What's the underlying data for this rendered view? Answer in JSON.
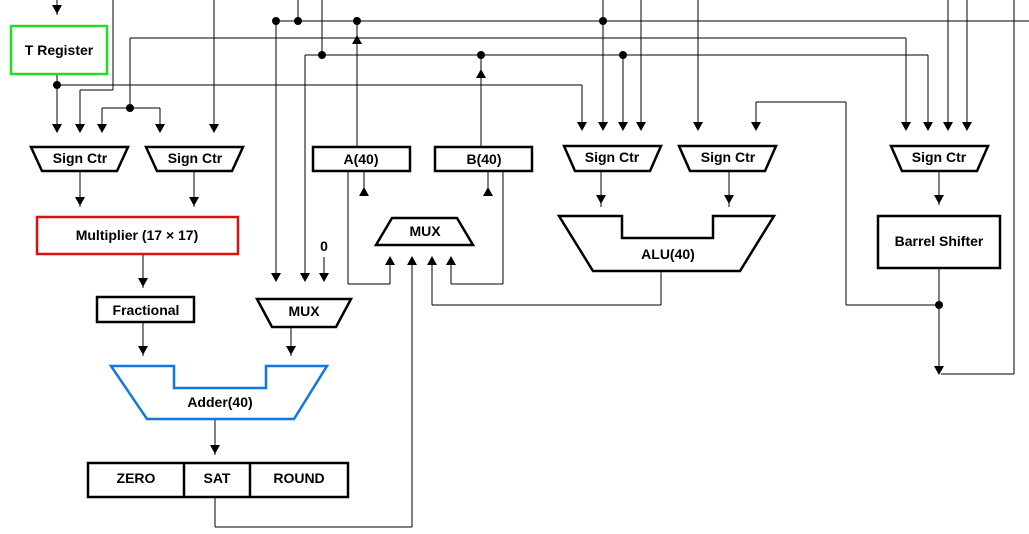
{
  "blocks": {
    "t_register": "T Register",
    "sign_ctr": "Sign Ctr",
    "multiplier": "Multiplier (17 × 17)",
    "fractional": "Fractional",
    "mux": "MUX",
    "zero_input": "0",
    "adder": "Adder(40)",
    "zero": "ZERO",
    "sat": "SAT",
    "round": "ROUND",
    "acc_a": "A(40)",
    "acc_b": "B(40)",
    "alu": "ALU(40)",
    "barrel_shifter": "Barrel Shifter"
  },
  "colors": {
    "t_register_border": "#22dd22",
    "multiplier_border": "#dd1111",
    "adder_border": "#1177dd",
    "default_border": "#000000"
  }
}
